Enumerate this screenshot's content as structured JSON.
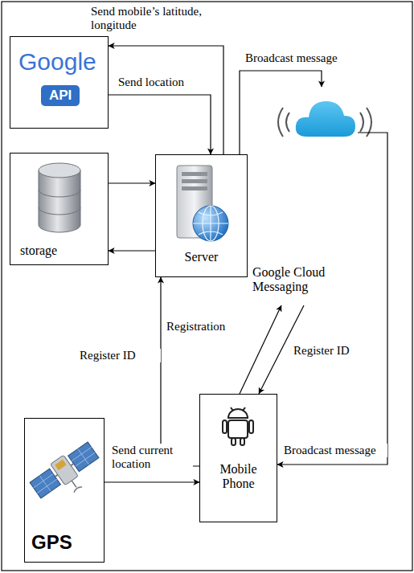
{
  "diagram": {
    "nodes": [
      {
        "text": [
          "Google",
          "API"
        ]
      },
      {
        "text": [
          "storage"
        ]
      },
      {
        "text": [
          "Server"
        ]
      },
      {
        "text": [
          "Google Cloud Messaging"
        ]
      },
      {
        "text": [
          "GPS"
        ]
      },
      {
        "text": [
          "Mobile Phone"
        ]
      }
    ],
    "edges": [
      {
        "from": 2,
        "to": 0,
        "label": "Send mobile’s latitude, longitude",
        "arrow": "to"
      },
      {
        "from": 0,
        "to": 2,
        "label": "Send location",
        "arrow": "to"
      },
      {
        "from": 2,
        "to": 3,
        "label": "Broadcast message",
        "arrow": "to"
      },
      {
        "from": 1,
        "to": 2,
        "arrow": "to"
      },
      {
        "from": 2,
        "to": 1,
        "arrow": "to"
      },
      {
        "from": 5,
        "to": 2,
        "label": "Register ID",
        "arrow": "to"
      },
      {
        "from": 5,
        "to": 3,
        "label": "Registration",
        "arrow": "to"
      },
      {
        "from": 3,
        "to": 5,
        "label": "Register ID",
        "arrow": "to"
      },
      {
        "from": 4,
        "to": 5,
        "label": "Send current location",
        "arrow": "to"
      },
      {
        "from": 3,
        "to": 5,
        "label": "Broadcast message",
        "arrow": "to"
      }
    ]
  }
}
